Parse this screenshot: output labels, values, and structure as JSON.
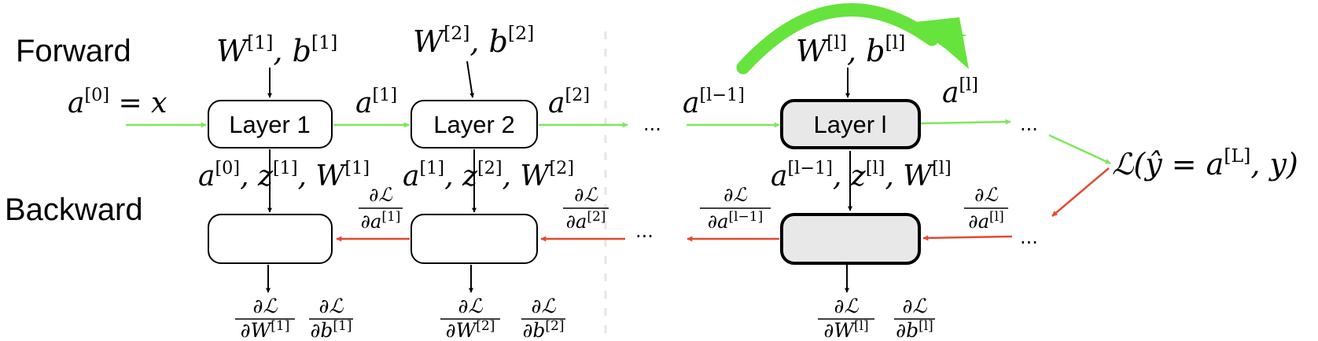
{
  "labels": {
    "forward": "Forward",
    "backward": "Backward"
  },
  "layers": {
    "layer1": "Layer 1",
    "layer2": "Layer 2",
    "layerl": "Layer l"
  },
  "forward_inputs": {
    "params1": "W[1], b[1]",
    "params2": "W[2], b[2]",
    "paramsl": "W[l], b[l]"
  },
  "activations": {
    "a0": "a[0] = x",
    "a1": "a[1]",
    "a2": "a[2]",
    "alm1": "a[l−1]",
    "al": "a[l]"
  },
  "caches": {
    "cache1": "a[0], z[1], W[1]",
    "cache2": "a[1], z[2], W[2]",
    "cachel": "a[l−1], z[l], W[l]"
  },
  "loss": "ℒ(ŷ = a[L], y)",
  "upstream_gradients": {
    "g1": "∂ℒ / ∂a[1]",
    "g2": "∂ℒ / ∂a[2]",
    "glm1": "∂ℒ / ∂a[l−1]",
    "gl": "∂ℒ / ∂a[l]"
  },
  "param_gradients": {
    "dW1": "∂ℒ / ∂W[1]",
    "db1": "∂ℒ / ∂b[1]",
    "dW2": "∂ℒ / ∂W[2]",
    "db2": "∂ℒ / ∂b[2]",
    "dWl": "∂ℒ / ∂W[l]",
    "dbl": "∂ℒ / ∂b[l]"
  },
  "ellipsis": "...",
  "colors": {
    "forward": "#7de85a",
    "backward": "#e5492f",
    "highlight_arrow": "#66e33d",
    "highlight_box": "#e8e8e8",
    "stroke": "#000000"
  }
}
